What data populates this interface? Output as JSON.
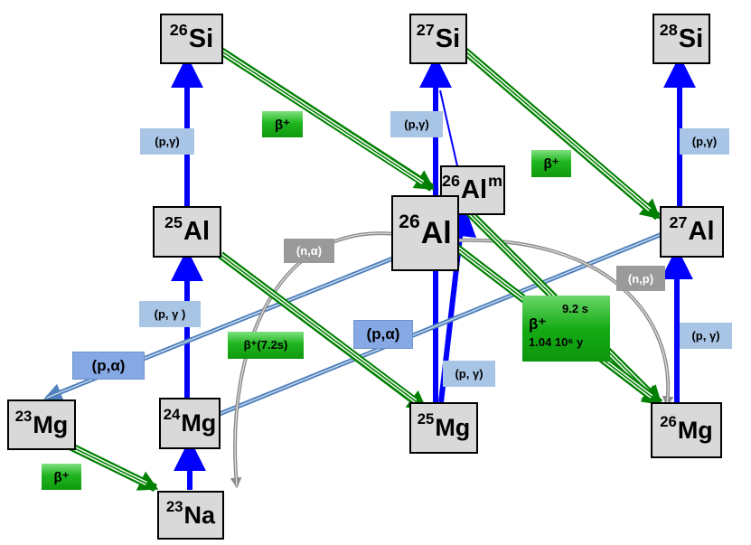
{
  "nuclides": {
    "si26": {
      "mass": "26",
      "el": "Si"
    },
    "si27": {
      "mass": "27",
      "el": "Si"
    },
    "si28": {
      "mass": "28",
      "el": "Si"
    },
    "al25": {
      "mass": "25",
      "el": "Al"
    },
    "al26": {
      "mass": "26",
      "el": "Al"
    },
    "al26m": {
      "mass": "26",
      "el": "Al",
      "suffix": "m"
    },
    "al27": {
      "mass": "27",
      "el": "Al"
    },
    "mg23": {
      "mass": "23",
      "el": "Mg"
    },
    "mg24": {
      "mass": "24",
      "el": "Mg"
    },
    "mg25": {
      "mass": "25",
      "el": "Mg"
    },
    "mg26": {
      "mass": "26",
      "el": "Mg"
    },
    "na23": {
      "mass": "23",
      "el": "Na"
    }
  },
  "labels": {
    "pg_1": "(p,γ)",
    "pg_2": "(p, γ )",
    "pg_3": "(p,γ)",
    "pg_4": "(p, γ)",
    "pg_5": "(p,γ)",
    "pg_6": "(p, γ)",
    "pa_1": "(p,α)",
    "pa_2": "(p,α)",
    "na_1": "(n,α)",
    "np_1": "(n,p)",
    "beta_1": "β⁺",
    "beta_2": "β⁺",
    "beta_3": "β⁺",
    "beta_4": "β⁺(7.2s)"
  },
  "decay_box": {
    "halflife_1": "9.2 s",
    "beta": "β⁺",
    "halflife_2": "1.04 10⁶ y"
  },
  "colors": {
    "proton_capture": "#0000ff",
    "beta_decay": "#008000",
    "neutron": "#8c8c8c",
    "p_alpha": "#4f81bd",
    "node_fill": "#d9d9d9"
  }
}
